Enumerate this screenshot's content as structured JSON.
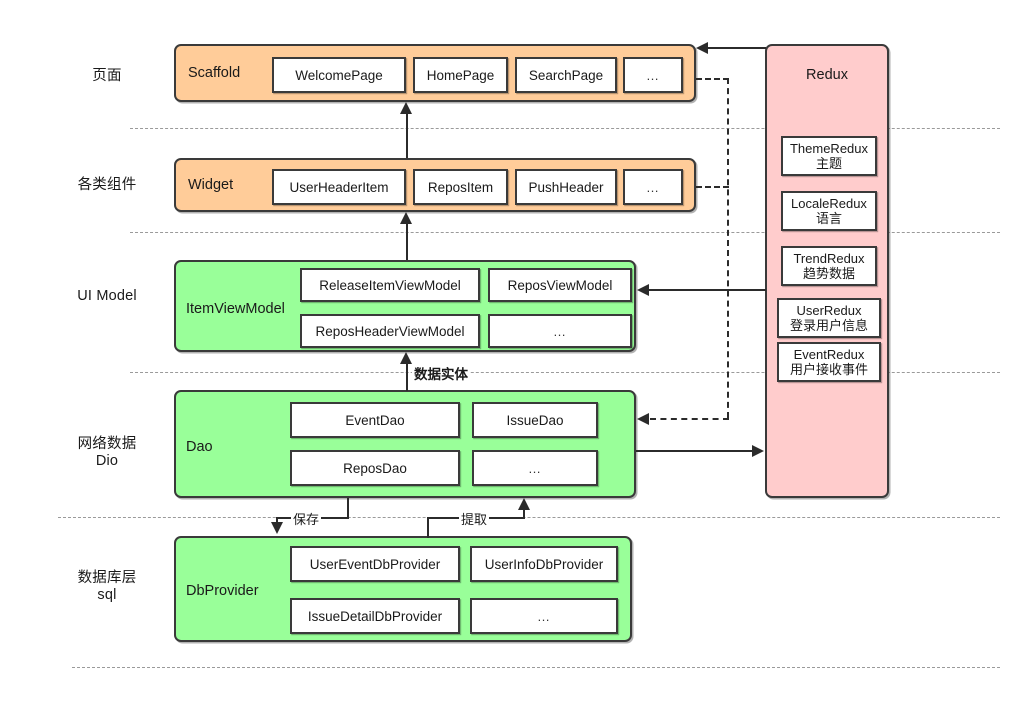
{
  "diagram": {
    "title": "Flutter GSY GitHub App Architecture Layers",
    "colors": {
      "orange": "#ffcc99",
      "green": "#99ff99",
      "pink": "#ffcccc",
      "stroke": "#3a3a3a",
      "connector": "#2b2b2b",
      "separator": "#9a9a9a"
    }
  },
  "layer_labels": [
    {
      "id": "page",
      "text": "页面"
    },
    {
      "id": "widget",
      "text": "各类组件"
    },
    {
      "id": "uimodel",
      "text": "UI Model"
    },
    {
      "id": "network",
      "text": "网络数据\nDio"
    },
    {
      "id": "database",
      "text": "数据库层\nsql"
    }
  ],
  "groups": {
    "scaffold": {
      "title": "Scaffold",
      "cells": [
        "WelcomePage",
        "HomePage",
        "SearchPage",
        "…"
      ]
    },
    "widget": {
      "title": "Widget",
      "cells": [
        "UserHeaderItem",
        "ReposItem",
        "PushHeader",
        "…"
      ]
    },
    "item_view_model": {
      "title": "ItemViewModel",
      "cells": [
        "ReleaseItemViewModel",
        "ReposViewModel",
        "ReposHeaderViewModel",
        "…"
      ]
    },
    "dao": {
      "title": "Dao",
      "cells": [
        "EventDao",
        "IssueDao",
        "ReposDao",
        "…"
      ]
    },
    "db_provider": {
      "title": "DbProvider",
      "cells": [
        "UserEventDbProvider",
        "UserInfoDbProvider",
        "IssueDetailDbProvider",
        "…"
      ]
    },
    "redux": {
      "title": "Redux",
      "cells": [
        {
          "name": "ThemeRedux",
          "desc": "主题"
        },
        {
          "name": "LocaleRedux",
          "desc": "语言"
        },
        {
          "name": "TrendRedux",
          "desc": "趋势数据"
        },
        {
          "name": "UserRedux",
          "desc": "登录用户信息"
        },
        {
          "name": "EventRedux",
          "desc": "用户接收事件"
        }
      ]
    }
  },
  "edge_labels": {
    "data_entity": "数据实体",
    "save": "保存",
    "fetch": "提取"
  }
}
